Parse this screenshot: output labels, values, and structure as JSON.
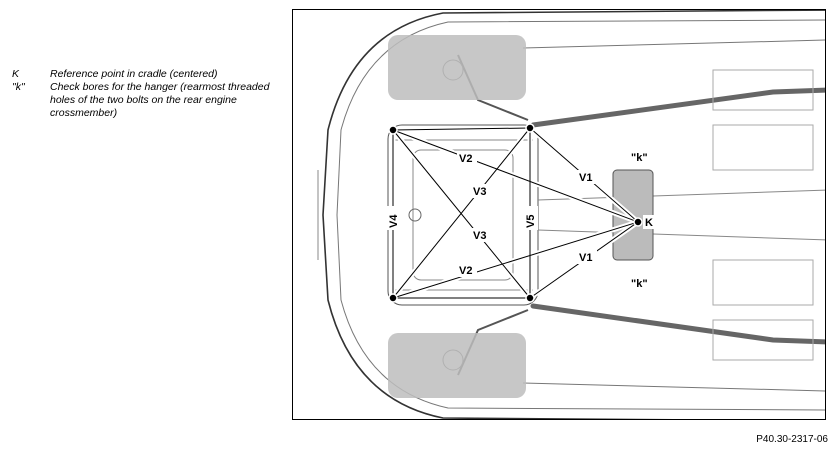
{
  "legend": [
    {
      "key": "K",
      "text": "Reference point in cradle (centered)"
    },
    {
      "key": "\"k\"",
      "text": "Check bores for the hanger (rearmost threaded holes of the two bolts on the rear engine crossmember)"
    }
  ],
  "diagram": {
    "labels": {
      "K": "K",
      "k_top": "\"k\"",
      "k_bottom": "\"k\"",
      "V1_top": "V1",
      "V1_bottom": "V1",
      "V2_top": "V2",
      "V2_bottom": "V2",
      "V3_top": "V3",
      "V3_bottom": "V3",
      "V4": "V4",
      "V5": "V5"
    }
  },
  "figure_id": "P40.30-2317-06"
}
